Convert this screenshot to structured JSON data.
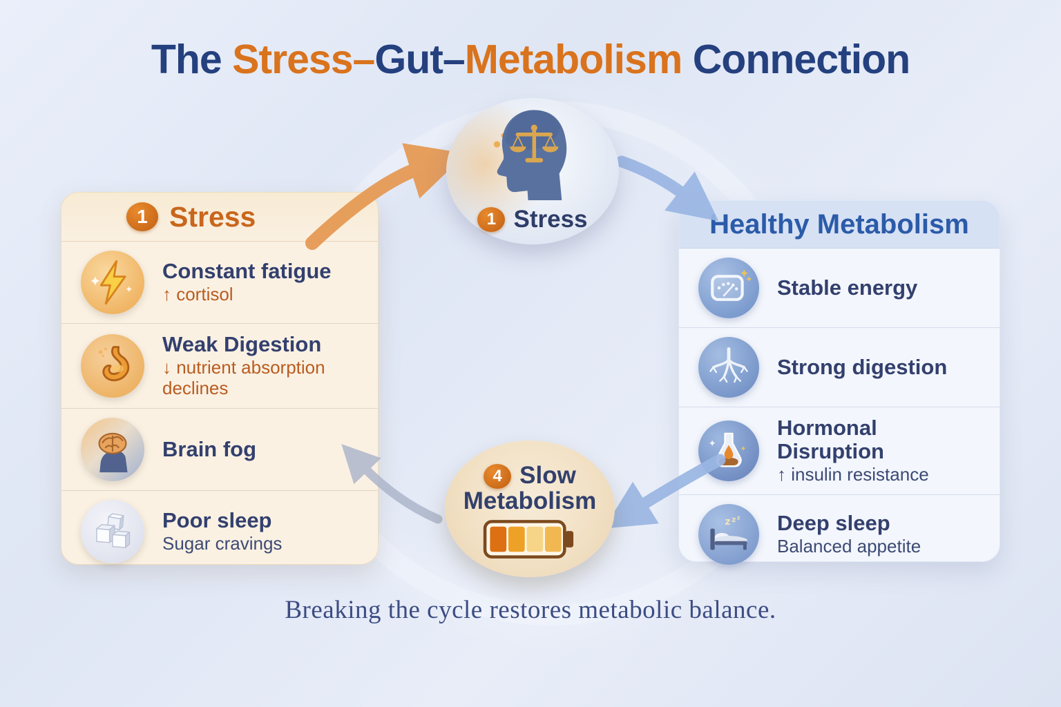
{
  "title": {
    "the": "The ",
    "stress_dash": "Stress–",
    "gut_dash": "Gut–",
    "metabolism": "Metabolism",
    "connection": " Connection"
  },
  "cycle": {
    "stress_node": {
      "number": "1",
      "label": "Stress"
    },
    "slow_node": {
      "number": "4",
      "label_line1": "Slow",
      "label_line2": "Metabolism"
    }
  },
  "left_panel": {
    "badge": "1",
    "title": "Stress",
    "items": [
      {
        "icon": "lightning-icon",
        "title": "Constant fatigue",
        "subtitle": "↑ cortisol"
      },
      {
        "icon": "stomach-icon",
        "title": "Weak Digestion",
        "subtitle": "↓ nutrient absorption declines"
      },
      {
        "icon": "brain-icon",
        "title": "Brain fog",
        "subtitle": ""
      },
      {
        "icon": "sugar-cubes-icon",
        "title": "Poor sleep",
        "subtitle": "Sugar cravings"
      }
    ]
  },
  "right_panel": {
    "title": "Healthy Metabolism",
    "items": [
      {
        "icon": "gauge-icon",
        "title": "Stable energy",
        "subtitle": ""
      },
      {
        "icon": "roots-icon",
        "title": "Strong digestion",
        "subtitle": ""
      },
      {
        "icon": "flask-icon",
        "title": "Hormonal Disruption",
        "subtitle": "↑ insulin resistance"
      },
      {
        "icon": "bed-icon",
        "title": "Deep sleep",
        "subtitle": "Balanced appetite"
      }
    ]
  },
  "tagline": "Breaking the cycle restores metabolic balance.",
  "colors": {
    "title_navy": "#24407e",
    "title_orange": "#d9731d",
    "panel_left_bg": "#faf1e3",
    "panel_right_bg": "#f3f6fc",
    "accent_orange": "#c8661c",
    "accent_blue": "#2b5ba9",
    "item_navy": "#33406e",
    "arrow_orange": "#e69a55",
    "arrow_blue": "#9ab6e3",
    "arrow_gray": "#aab3c9"
  }
}
